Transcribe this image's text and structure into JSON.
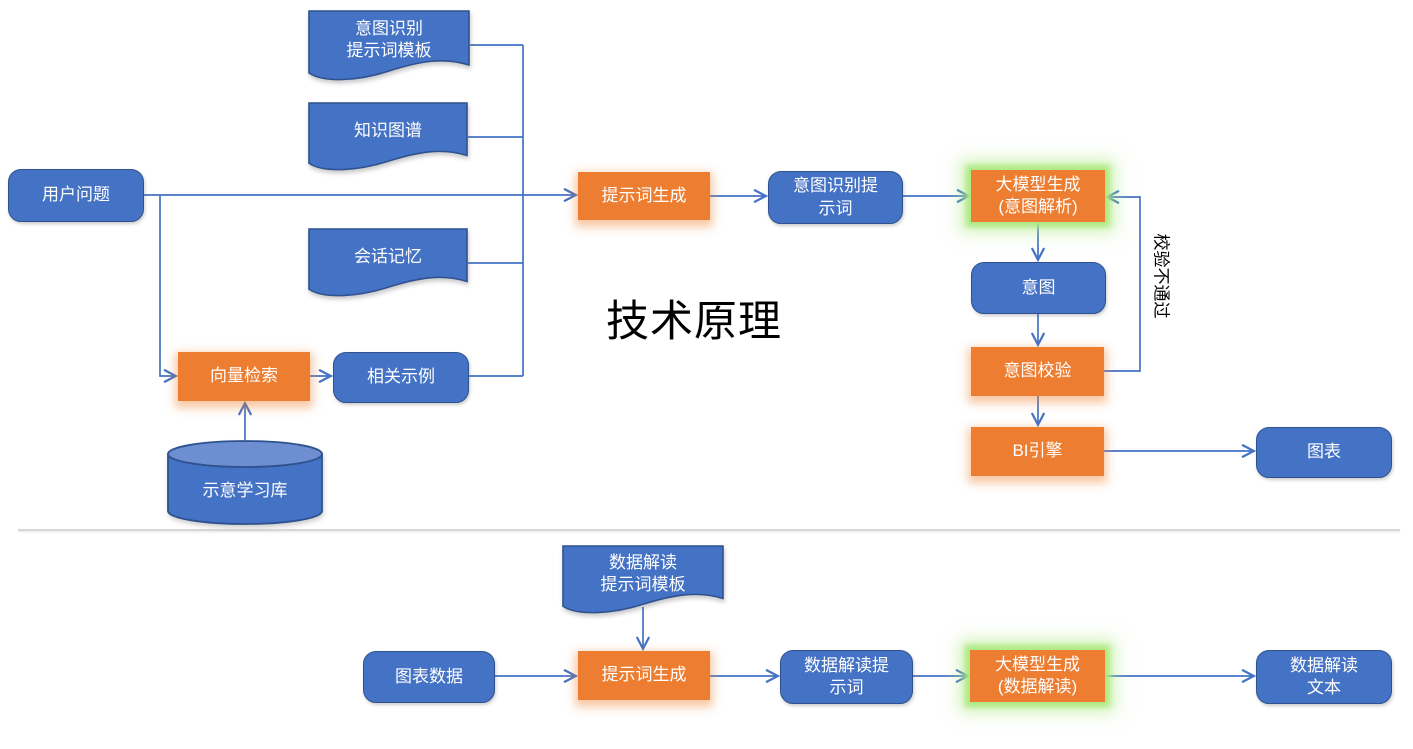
{
  "title": "技术原理",
  "nodes": {
    "intent_prompt_template": {
      "label": "意图识别\n提示词模板",
      "shape": "document"
    },
    "knowledge_graph": {
      "label": "知识图谱",
      "shape": "document"
    },
    "user_question": {
      "label": "用户问题",
      "shape": "rounded"
    },
    "session_memory": {
      "label": "会话记忆",
      "shape": "document"
    },
    "vector_search": {
      "label": "向量检索",
      "shape": "process"
    },
    "related_examples": {
      "label": "相关示例",
      "shape": "rounded"
    },
    "example_learning_db": {
      "label": "示意学习库",
      "shape": "cylinder"
    },
    "prompt_generation_intent": {
      "label": "提示词生成",
      "shape": "process"
    },
    "intent_recognition_prompt": {
      "label": "意图识别提\n示词",
      "shape": "rounded"
    },
    "llm_intent_parsing": {
      "label": "大模型生成\n(意图解析)",
      "shape": "process-highlight"
    },
    "intent": {
      "label": "意图",
      "shape": "rounded"
    },
    "intent_validation": {
      "label": "意图校验",
      "shape": "process"
    },
    "bi_engine": {
      "label": "BI引擎",
      "shape": "process"
    },
    "chart": {
      "label": "图表",
      "shape": "rounded"
    },
    "data_prompt_template": {
      "label": "数据解读\n提示词模板",
      "shape": "document"
    },
    "chart_data": {
      "label": "图表数据",
      "shape": "rounded"
    },
    "prompt_generation_data": {
      "label": "提示词生成",
      "shape": "process"
    },
    "data_interpretation_prompt": {
      "label": "数据解读提\n示词",
      "shape": "rounded"
    },
    "llm_data_interpretation": {
      "label": "大模型生成\n(数据解读)",
      "shape": "process-highlight"
    },
    "data_interpretation_text": {
      "label": "数据解读\n文本",
      "shape": "rounded"
    }
  },
  "edge_labels": {
    "validation_failed": "校验不通过"
  },
  "colors": {
    "node_blue": "#4472C4",
    "node_blue_border": "#2F528F",
    "node_orange": "#ED7D31",
    "cylinder_top": "#6D8FD2",
    "highlight_glow_green": "#ADE980",
    "connector_blue": "#4472C4",
    "title_black": "#000000",
    "divider_gray": "#D8D8D8"
  }
}
